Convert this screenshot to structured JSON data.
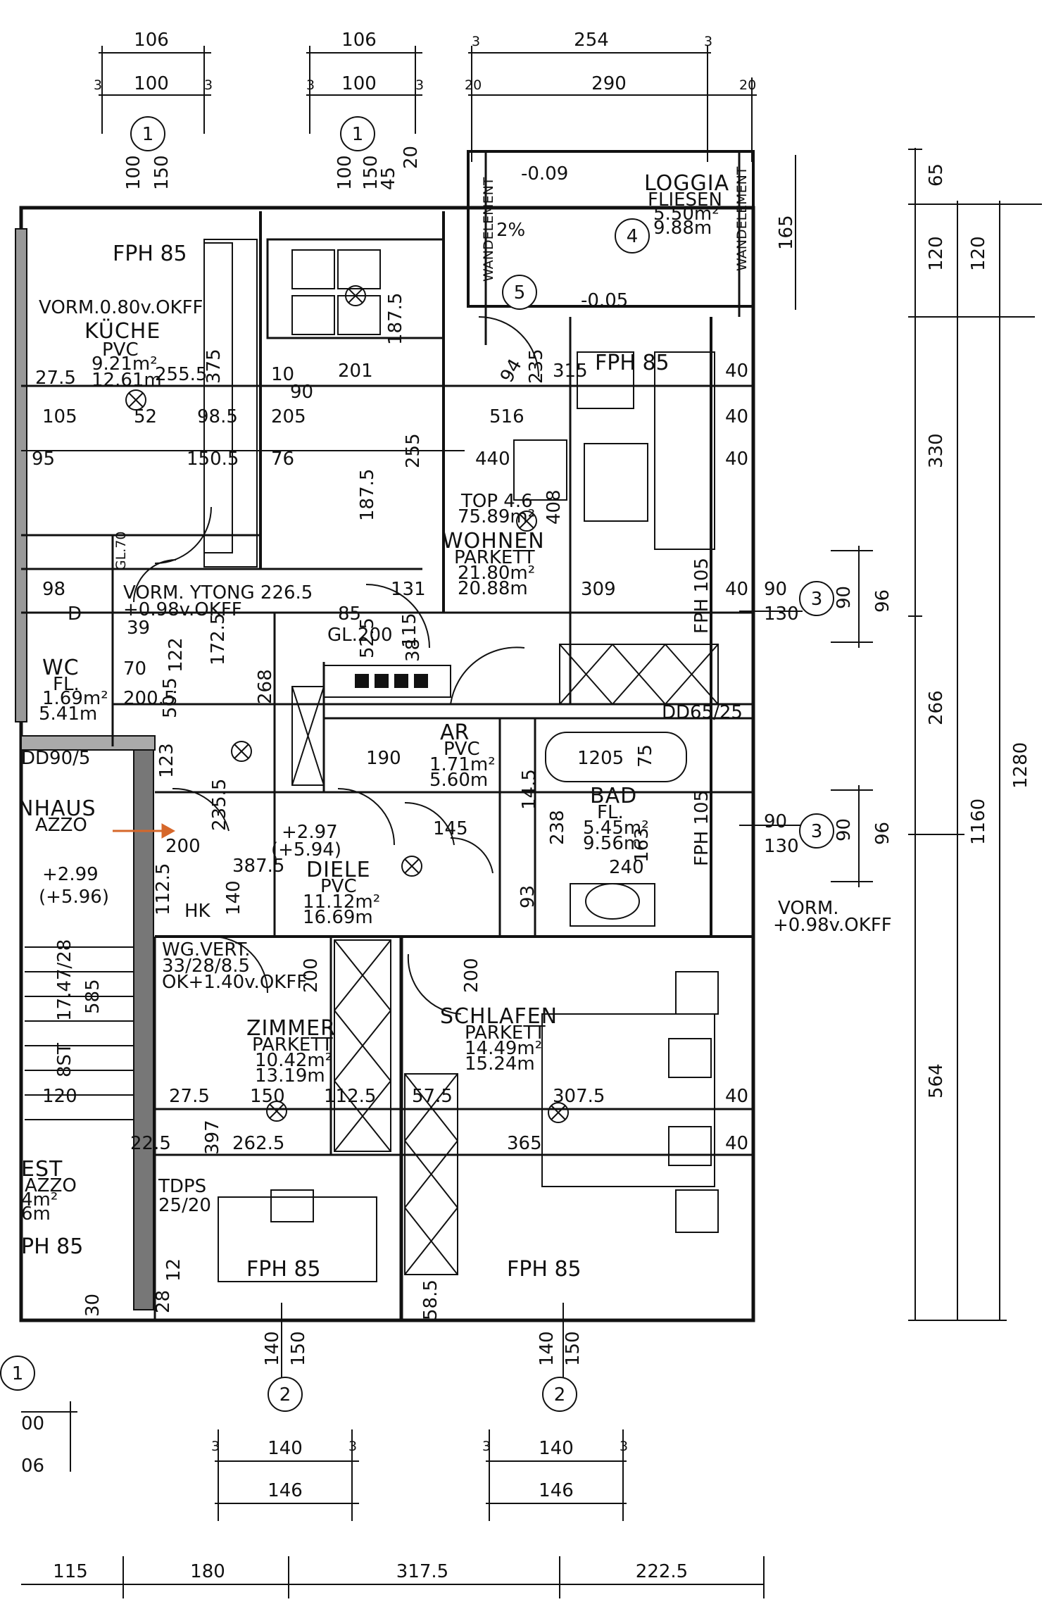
{
  "rooms": {
    "kueche": {
      "name": "KÜCHE",
      "floor": "PVC",
      "area": "9.21m²",
      "perimeter": "12.61m",
      "note": "VORM.0.80v.OKFF",
      "window": "FPH 85"
    },
    "loggia": {
      "name": "LOGGIA",
      "floor": "FLIESEN",
      "area": "5.50m²",
      "perimeter": "9.88m",
      "level": "-0.09",
      "level2": "-0.05",
      "slope": "2%",
      "element1": "WANDELEMENT",
      "element2": "WANDELEMENT"
    },
    "wohnen": {
      "name": "WOHNEN",
      "floor": "PARKETT",
      "area": "21.80m²",
      "perimeter": "20.88m",
      "top": "TOP 4.6",
      "top_area": "75.89m²",
      "window": "FPH 85",
      "window2": "FPH 105"
    },
    "wc": {
      "name": "WC",
      "floor": "FL.",
      "area": "1.69m²",
      "perimeter": "5.41m",
      "note": "VORM. YTONG 226.5",
      "note2": "+0.98v.OKFF"
    },
    "ar": {
      "name": "AR",
      "floor": "PVC",
      "area": "1.71m²",
      "perimeter": "5.60m"
    },
    "bad": {
      "name": "BAD",
      "floor": "FL.",
      "area": "5.45m²",
      "perimeter": "9.56m",
      "window": "FPH 105",
      "note": "DD65/25"
    },
    "diele": {
      "name": "DIELE",
      "floor": "PVC",
      "area": "11.12m²",
      "perimeter": "16.69m",
      "level": "+2.97",
      "level2": "(+5.94)"
    },
    "zimmer": {
      "name": "ZIMMER",
      "floor": "PARKETT",
      "area": "10.42m²",
      "perimeter": "13.19m",
      "window": "FPH 85"
    },
    "schlafen": {
      "name": "SCHLAFEN",
      "floor": "PARKETT",
      "area": "14.49m²",
      "perimeter": "15.24m",
      "window": "FPH 85"
    },
    "stiegenhaus": {
      "name": "NHAUS",
      "floor": "AZZO",
      "level": "+2.99",
      "level2": "(+5.96)",
      "stair": "17.47/28",
      "stair2": "8ST"
    },
    "rest": {
      "name": "EST",
      "floor": "AZZO",
      "area": "4m²",
      "perimeter": "6m",
      "window": "PH 85"
    }
  },
  "notes": {
    "wg_vert": "WG.VERT.",
    "wg_vert2": "33/28/8.5",
    "wg_vert3": "OK+1.40v.OKFF",
    "tdps": "TDPS",
    "tdps2": "25/20",
    "vorm_right": "VORM.",
    "vorm_right2": "+0.98v.OKFF",
    "gl": "GL.200",
    "gl2": "GL.70",
    "dd": "DD90/5",
    "hk": "HK",
    "d": "D"
  },
  "axes": {
    "a1": "1",
    "a2": "2",
    "a3": "3",
    "a4": "4",
    "a5": "5"
  },
  "dims_top": {
    "d1": "106",
    "d2": "100",
    "d3": "106",
    "d4": "100",
    "d5": "254",
    "d6": "290",
    "t3a": "3",
    "t3b": "3",
    "t3c": "3",
    "t3d": "3",
    "t3e": "3",
    "t3f": "3",
    "t20a": "20",
    "t20b": "20",
    "h100a": "100",
    "h150a": "150",
    "h100b": "100",
    "h150b": "150",
    "h45": "45",
    "h20": "20"
  },
  "dims_right": {
    "r65": "65",
    "r120a": "120",
    "r120b": "120",
    "r330": "330",
    "r266": "266",
    "r564": "564",
    "r1160": "1160",
    "r1280": "1280",
    "r165": "165",
    "r96a": "96",
    "r96b": "96",
    "r90a": "90",
    "r90b": "90",
    "r130a": "130",
    "r130b": "130",
    "r90c": "90",
    "r90d": "90"
  },
  "dims_bottom": {
    "b140a": "140",
    "b146a": "146",
    "b140b": "140",
    "b146b": "146",
    "b115": "115",
    "b180": "180",
    "b317": "317.5",
    "b222": "222.5",
    "bv140a": "140",
    "bv150a": "150",
    "bv140b": "140",
    "bv150b": "150",
    "b3a": "3",
    "b3b": "3",
    "b3c": "3",
    "b3d": "3",
    "b06": "06",
    "b00": "00"
  },
  "dims_inner": {
    "i201": "201",
    "i516": "516",
    "i440": "440",
    "i309": "309",
    "i268": "268",
    "i172": "172.5",
    "i187a": "187.5",
    "i187b": "187.5",
    "i255a": "255",
    "i2555": "255.5",
    "i375": "375",
    "i985": "98.5",
    "i1505": "150.5",
    "i205": "205",
    "i76": "76",
    "i90": "90",
    "i10a": "10",
    "i408": "408",
    "i235": "235",
    "i315": "315",
    "i94": "94",
    "i131": "131",
    "i115": "115",
    "i525": "52.5",
    "i38": "38",
    "i85": "85",
    "i190": "190",
    "i1205": "1205",
    "i75": "75",
    "i238": "238",
    "i163": "163",
    "i240": "240",
    "i2005": "200.5",
    "i122": "122",
    "i505": "50.5",
    "i70": "70",
    "i39": "39",
    "i98": "98",
    "i3875": "387.5",
    "i1125": "112.5",
    "i140": "140",
    "i200a": "200",
    "i200b": "200",
    "i200c": "200",
    "i275": "27.5",
    "i150": "150",
    "i1125b": "112.5",
    "i575": "57.5",
    "i3075": "307.5",
    "i365": "365",
    "i397": "397",
    "i2625": "262.5",
    "i225": "22.5",
    "i40a": "40",
    "i40b": "40",
    "i40c": "40",
    "i40d": "40",
    "i40e": "40",
    "i40f": "40",
    "i105": "105",
    "i95": "95",
    "i275b": "27.5",
    "i52": "52",
    "i120": "120",
    "i585": "585",
    "i145": "145",
    "i1455": "14.5",
    "i93": "93",
    "i123": "123",
    "i2355": "235.5",
    "i12": "12",
    "i28": "28",
    "i30": "30",
    "i585b": "58.5"
  }
}
